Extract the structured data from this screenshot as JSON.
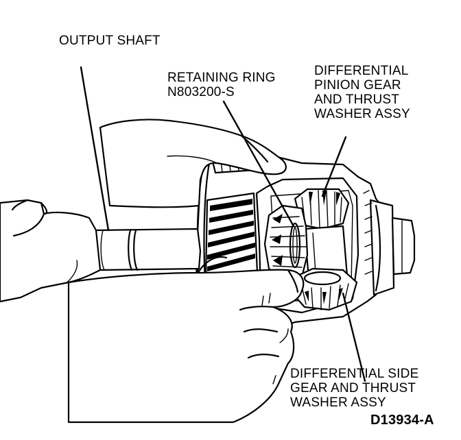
{
  "figure": {
    "code": "D13934-A",
    "ink_color": "#000000",
    "background_color": "#ffffff"
  },
  "callouts": {
    "output_shaft": {
      "lines": [
        "OUTPUT SHAFT"
      ]
    },
    "retaining_ring": {
      "lines": [
        "RETAINING RING",
        "N803200-S"
      ]
    },
    "pinion_gear": {
      "lines": [
        "DIFFERENTIAL",
        "PINION GEAR",
        "AND THRUST",
        "WASHER ASSY"
      ]
    },
    "side_gear": {
      "lines": [
        "DIFFERENTIAL SIDE",
        "GEAR AND THRUST",
        "WASHER ASSY"
      ]
    }
  }
}
